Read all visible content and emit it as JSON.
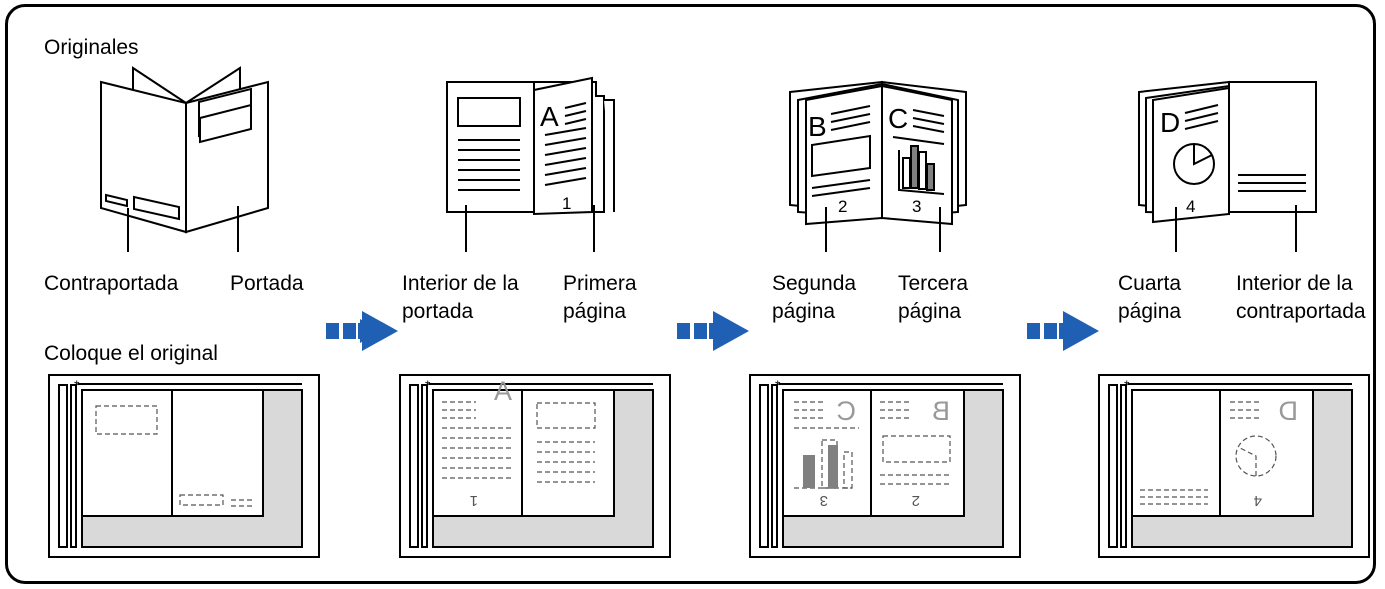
{
  "headings": {
    "originals": "Originales",
    "place": "Coloque el original"
  },
  "labels": {
    "back_cover": "Contraportada",
    "front_cover": "Portada",
    "inside_front": "Interior de la\nportada",
    "first_page": "Primera\npágina",
    "second_page": "Segunda\npágina",
    "third_page": "Tercera\npágina",
    "fourth_page": "Cuarta\npágina",
    "inside_back": "Interior de la\ncontraportada"
  },
  "page_letters": {
    "a": "A",
    "b": "B",
    "c": "C",
    "d": "D"
  },
  "page_numbers": {
    "one": "1",
    "two": "2",
    "three": "3",
    "four": "4"
  },
  "colors": {
    "arrow": "#1f5fb4",
    "glass": "#d9d9d9",
    "bar": "#808080"
  }
}
